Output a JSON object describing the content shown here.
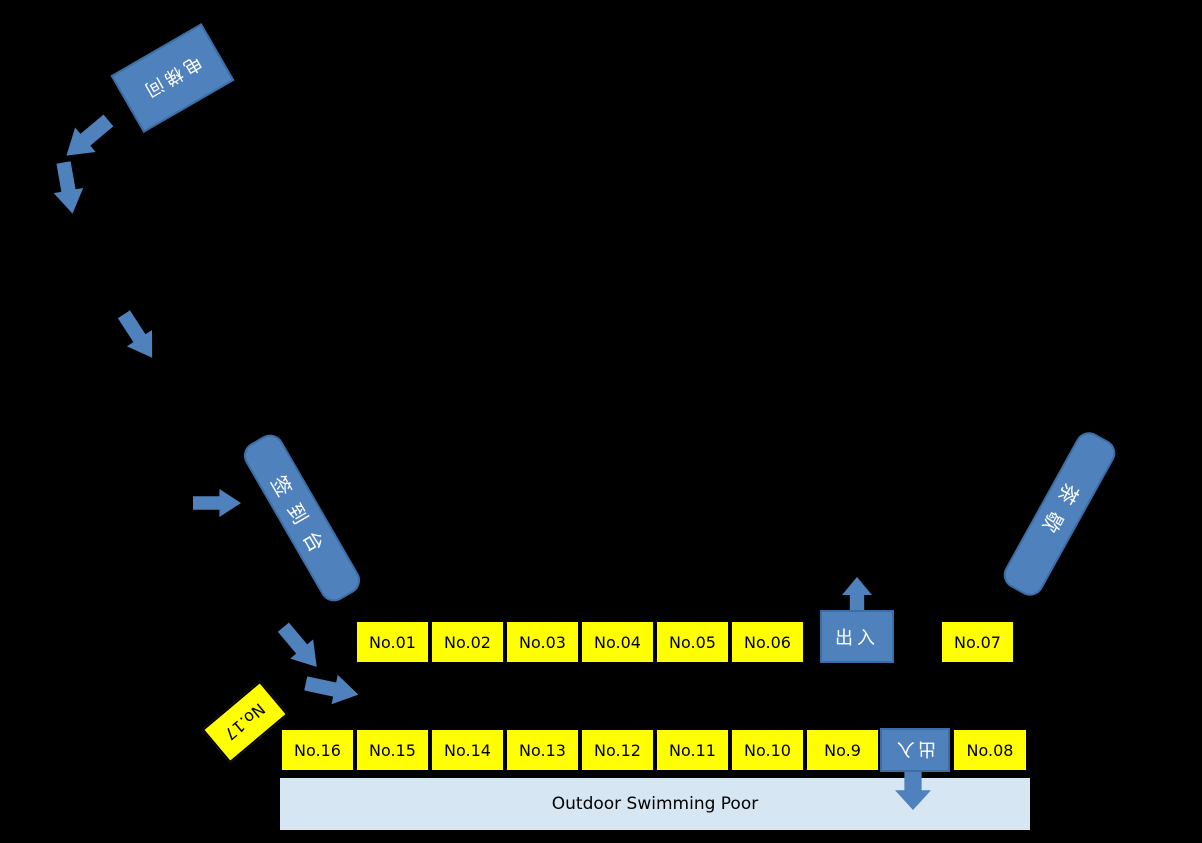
{
  "colors": {
    "background": "#000000",
    "shape_blue": "#4F81BD",
    "shape_blue_border": "#3A6EA5",
    "booth_yellow": "#FFFF00",
    "booth_border": "#000000",
    "pool_fill": "#D6E6F2",
    "label_light": "#FFFFFF",
    "label_dark": "#000000"
  },
  "labels": {
    "elevator": "电梯间",
    "signin_desk": "签到台",
    "tea_break": "茶歇",
    "gate_top": "出入",
    "gate_bottom": "出入",
    "pool": "Outdoor Swimming Poor"
  },
  "booths": {
    "row1": [
      "No.01",
      "No.02",
      "No.03",
      "No.04",
      "No.05",
      "No.06"
    ],
    "no07": "No.07",
    "row2": [
      "No.16",
      "No.15",
      "No.14",
      "No.13",
      "No.12",
      "No.11",
      "No.10",
      "No.9"
    ],
    "no08": "No.08",
    "no17": "No.17"
  }
}
